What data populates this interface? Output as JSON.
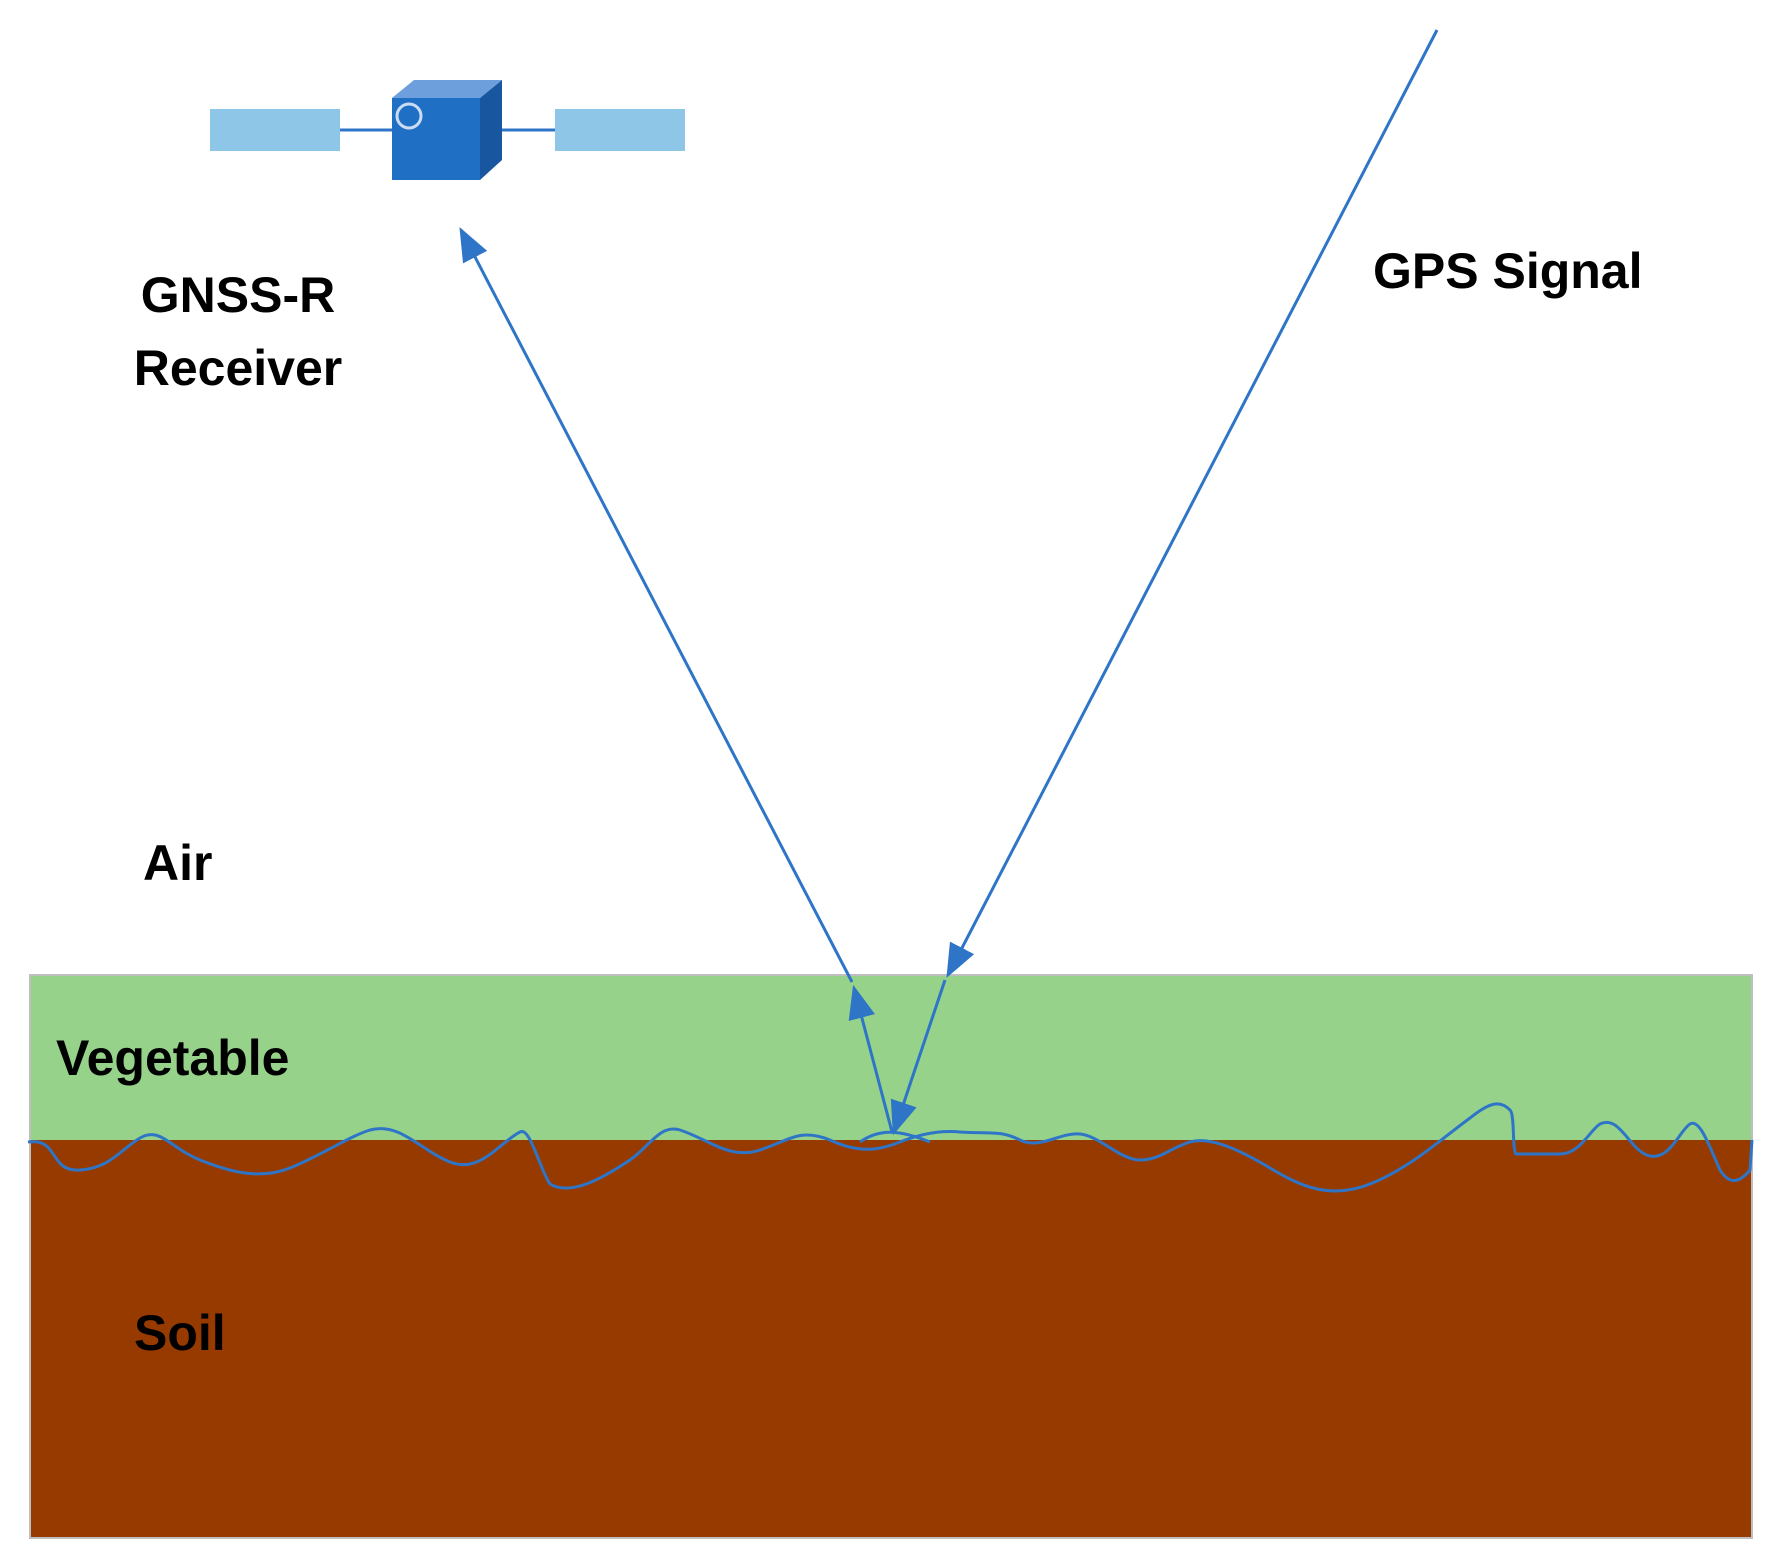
{
  "labels": {
    "receiver_line1": "GNSS-R",
    "receiver_line2": "Receiver",
    "gps_signal": "GPS Signal",
    "air": "Air",
    "vegetable": "Vegetable",
    "soil": "Soil"
  },
  "colors": {
    "background": "#ffffff",
    "vegetation": "#97d28b",
    "soil": "#973a00",
    "signal": "#2e75c8",
    "satellite_body": "#1f6fc4",
    "satellite_top": "#6d9fdc",
    "satellite_side": "#1856a0",
    "solar_panel": "#8ec6e8"
  },
  "icons": {
    "satellite": "satellite-icon"
  }
}
